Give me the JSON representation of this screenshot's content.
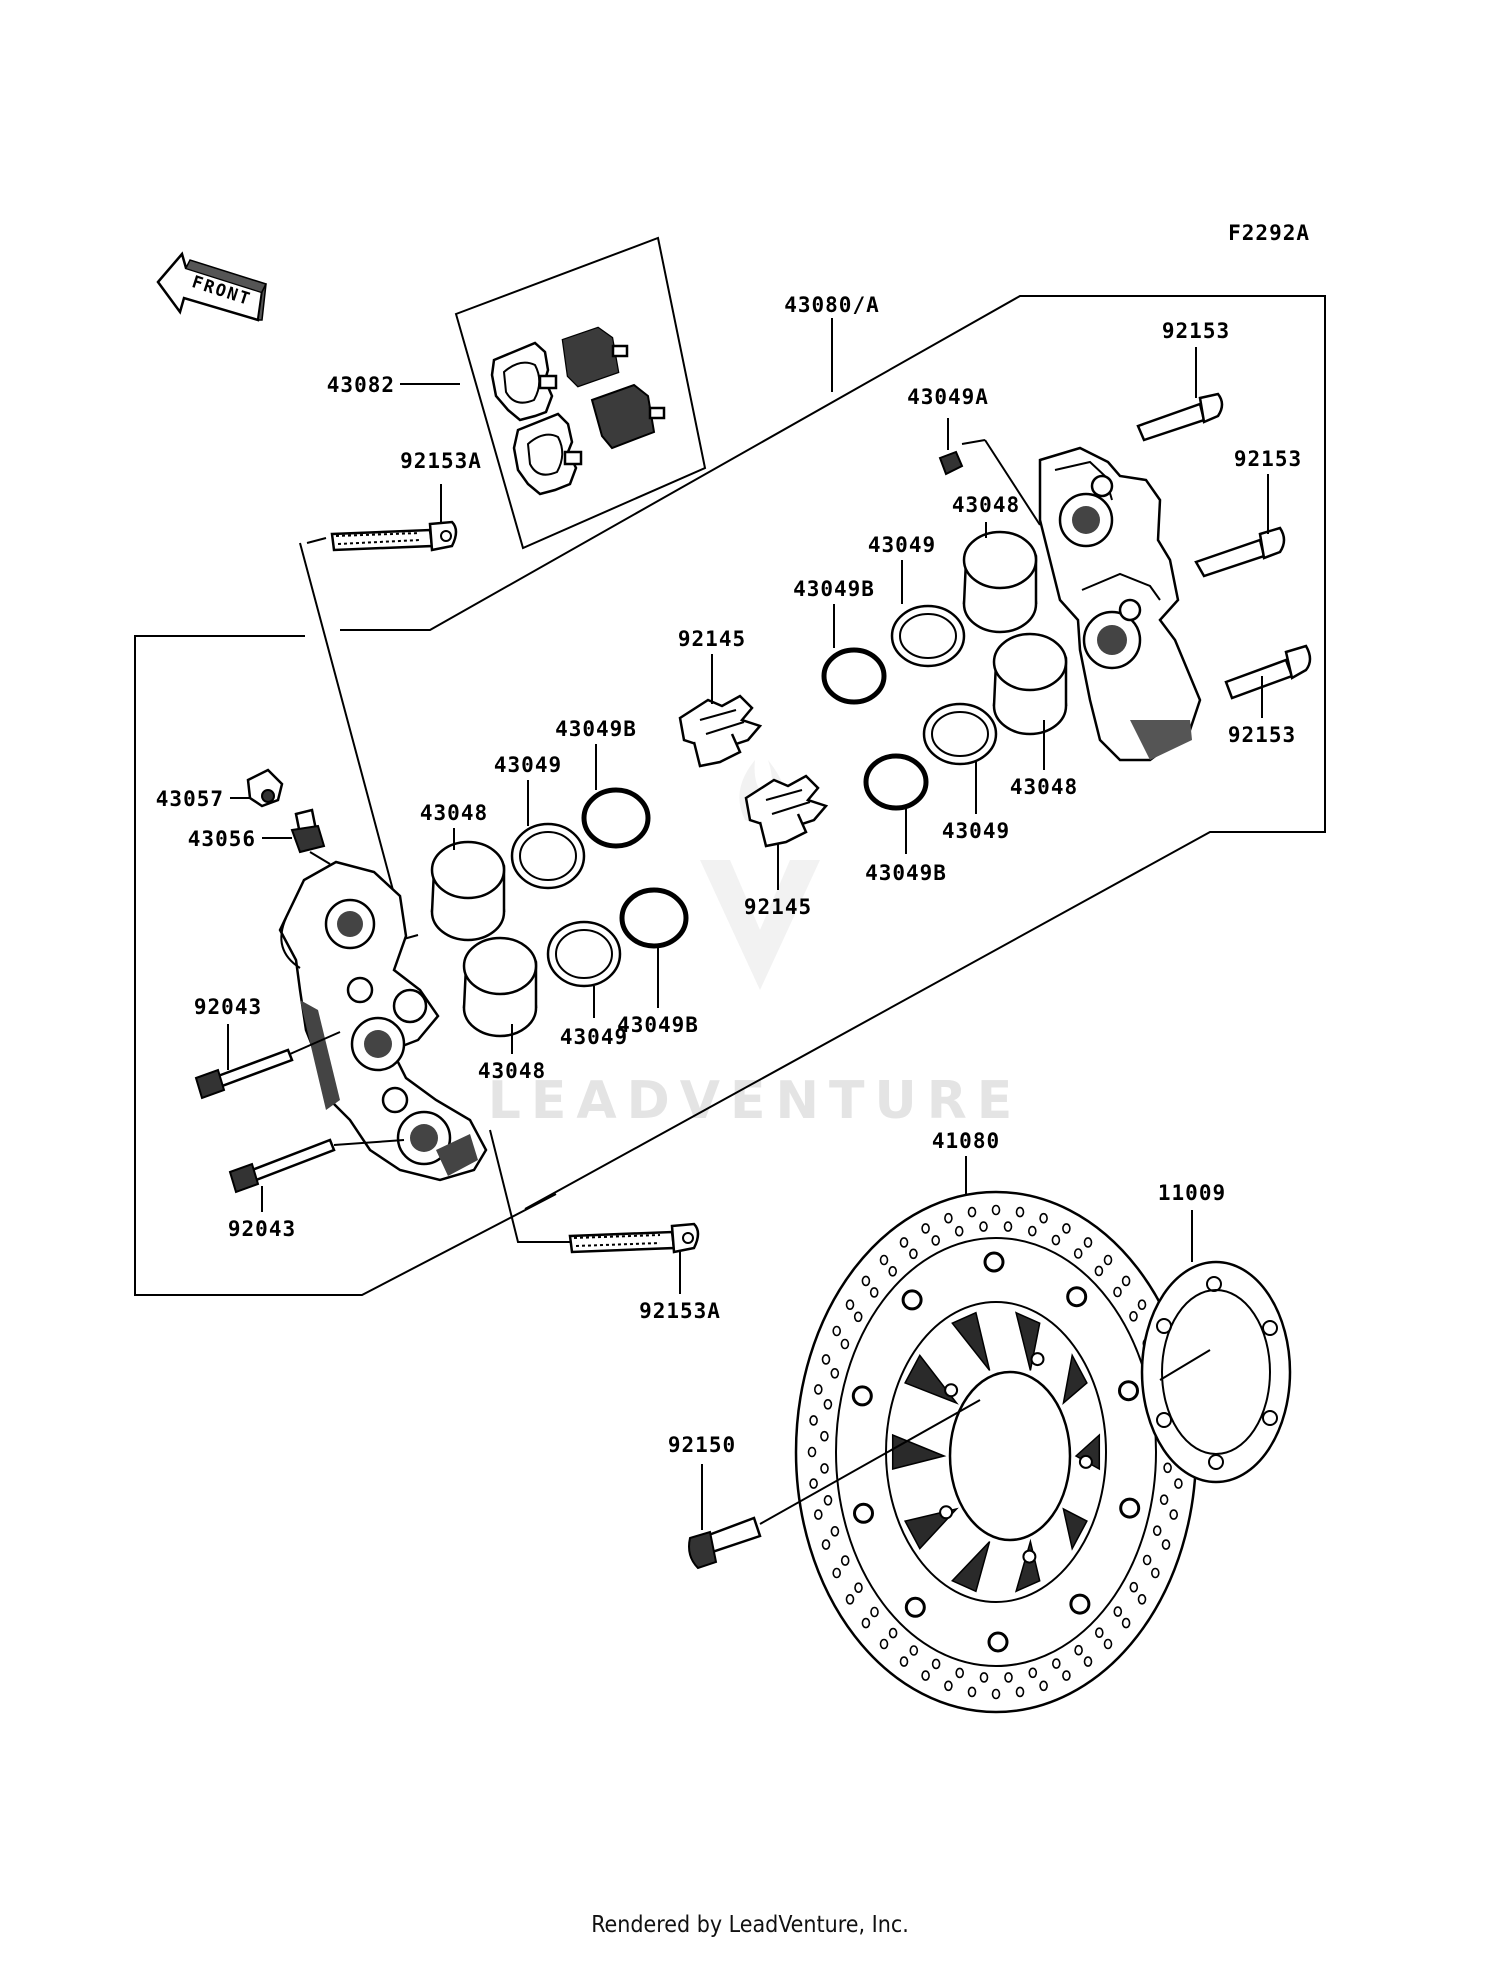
{
  "figure_code": "F2292A",
  "front_label": "FRONT",
  "watermark": "LEADVENTURE",
  "footer": "Rendered by LeadVenture, Inc.",
  "labels": {
    "l_43082": "43082",
    "l_92153A_top": "92153A",
    "l_43080A": "43080/A",
    "l_43049A": "43049A",
    "l_92153_a": "92153",
    "l_92153_b": "92153",
    "l_92153_c": "92153",
    "l_43048_a": "43048",
    "l_43049_a": "43049",
    "l_43049B_a": "43049B",
    "l_92145_a": "92145",
    "l_43048_b": "43048",
    "l_43049_b": "43049",
    "l_43049B_b": "43049B",
    "l_92145_b": "92145",
    "l_43049_c": "43049",
    "l_43049B_c": "43049B",
    "l_43048_c": "43048",
    "l_43057": "43057",
    "l_43056": "43056",
    "l_43049B_d": "43049B",
    "l_43049_d": "43049",
    "l_43048_d": "43048",
    "l_92043_a": "92043",
    "l_92043_b": "92043",
    "l_92153A_bot": "92153A",
    "l_41080": "41080",
    "l_11009": "11009",
    "l_92150": "92150"
  }
}
